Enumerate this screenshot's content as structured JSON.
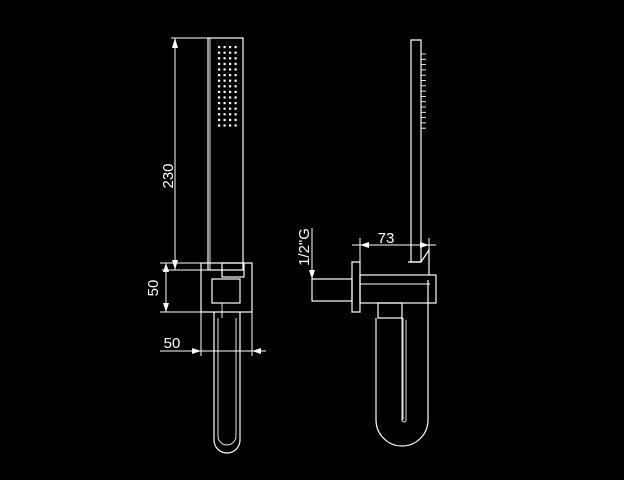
{
  "dimensions": {
    "handset_length": "230",
    "bracket_height": "50",
    "bracket_width": "50",
    "projection": "73",
    "thread": "1/2\"G"
  },
  "colors": {
    "background": "#000000",
    "line": "#ffffff"
  }
}
